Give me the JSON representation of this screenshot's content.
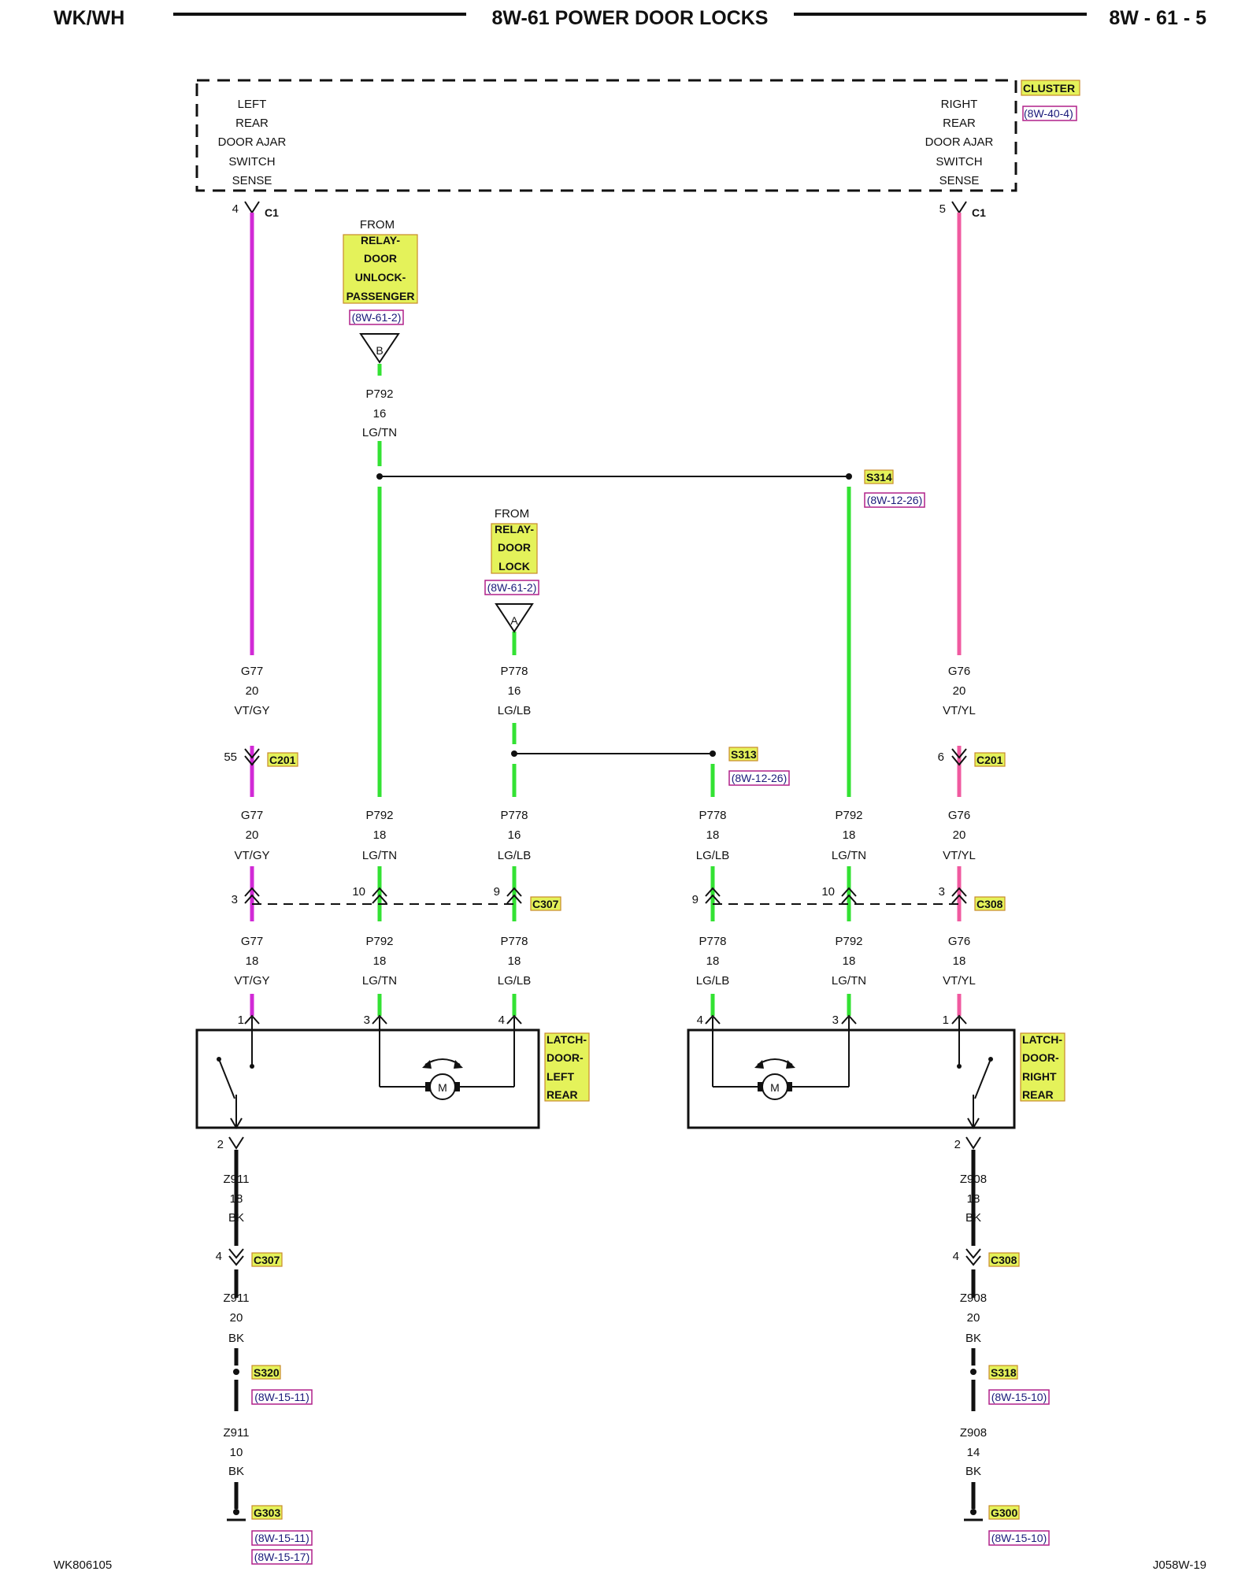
{
  "header": {
    "left": "WK/WH",
    "title": "8W-61 POWER DOOR LOCKS",
    "right": "8W - 61 - 5"
  },
  "footer": {
    "left": "WK806105",
    "right": "J058W-19"
  },
  "cluster": {
    "name": "CLUSTER",
    "ref": "(8W-40-4)",
    "left_lines": [
      "LEFT",
      "REAR",
      "DOOR AJAR",
      "SWITCH",
      "SENSE"
    ],
    "right_lines": [
      "RIGHT",
      "REAR",
      "DOOR AJAR",
      "SWITCH",
      "SENSE"
    ],
    "left_pin": "4",
    "right_pin": "5",
    "connector": "C1"
  },
  "relays": {
    "unlock": {
      "from": "FROM",
      "lines": [
        "RELAY-",
        "DOOR",
        "UNLOCK-",
        "PASSENGER"
      ],
      "ref": "(8W-61-2)",
      "tri": "B"
    },
    "lock": {
      "from": "FROM",
      "lines": [
        "RELAY-",
        "DOOR",
        "LOCK"
      ],
      "ref": "(8W-61-2)",
      "tri": "A"
    }
  },
  "splices": {
    "s314": {
      "name": "S314",
      "ref": "(8W-12-26)"
    },
    "s313": {
      "name": "S313",
      "ref": "(8W-12-26)"
    },
    "s320": {
      "name": "S320",
      "ref": "(8W-15-11)"
    },
    "s318": {
      "name": "S318",
      "ref": "(8W-15-10)"
    }
  },
  "grounds": {
    "g303": {
      "name": "G303",
      "refs": [
        "(8W-15-11)",
        "(8W-15-17)"
      ]
    },
    "g300": {
      "name": "G300",
      "refs": [
        "(8W-15-10)"
      ]
    }
  },
  "connectors": {
    "c201": "C201",
    "c307": "C307",
    "c308": "C308"
  },
  "wires": {
    "g77_top": [
      "G77",
      "20",
      "VT/GY"
    ],
    "p792_top": [
      "P792",
      "16",
      "LG/TN"
    ],
    "p778_top": [
      "P778",
      "16",
      "LG/LB"
    ],
    "g76_top": [
      "G76",
      "20",
      "VT/YL"
    ],
    "row_mid": [
      [
        "G77",
        "20",
        "VT/GY"
      ],
      [
        "P792",
        "18",
        "LG/TN"
      ],
      [
        "P778",
        "16",
        "LG/LB"
      ],
      [
        "P778",
        "18",
        "LG/LB"
      ],
      [
        "P792",
        "18",
        "LG/TN"
      ],
      [
        "G76",
        "20",
        "VT/YL"
      ]
    ],
    "row_low": [
      [
        "G77",
        "18",
        "VT/GY"
      ],
      [
        "P792",
        "18",
        "LG/TN"
      ],
      [
        "P778",
        "18",
        "LG/LB"
      ],
      [
        "P778",
        "18",
        "LG/LB"
      ],
      [
        "P792",
        "18",
        "LG/TN"
      ],
      [
        "G76",
        "18",
        "VT/YL"
      ]
    ],
    "z911": [
      [
        "Z911",
        "18",
        "BK"
      ],
      [
        "Z911",
        "20",
        "BK"
      ],
      [
        "Z911",
        "10",
        "BK"
      ]
    ],
    "z908": [
      [
        "Z908",
        "18",
        "BK"
      ],
      [
        "Z908",
        "20",
        "BK"
      ],
      [
        "Z908",
        "14",
        "BK"
      ]
    ]
  },
  "pins": {
    "c201_left": "55",
    "c201_right": "6",
    "c307": [
      "3",
      "10",
      "9"
    ],
    "c308": [
      "9",
      "10",
      "3"
    ],
    "latch_left": [
      "1",
      "3",
      "4"
    ],
    "latch_right": [
      "4",
      "3",
      "1"
    ],
    "latch_left_gnd": "2",
    "latch_right_gnd": "2",
    "c307_gnd": "4",
    "c308_gnd": "4"
  },
  "latches": {
    "left": [
      "LATCH-",
      "DOOR-",
      "LEFT",
      "REAR"
    ],
    "right": [
      "LATCH-",
      "DOOR-",
      "RIGHT",
      "REAR"
    ],
    "motor": "M"
  }
}
